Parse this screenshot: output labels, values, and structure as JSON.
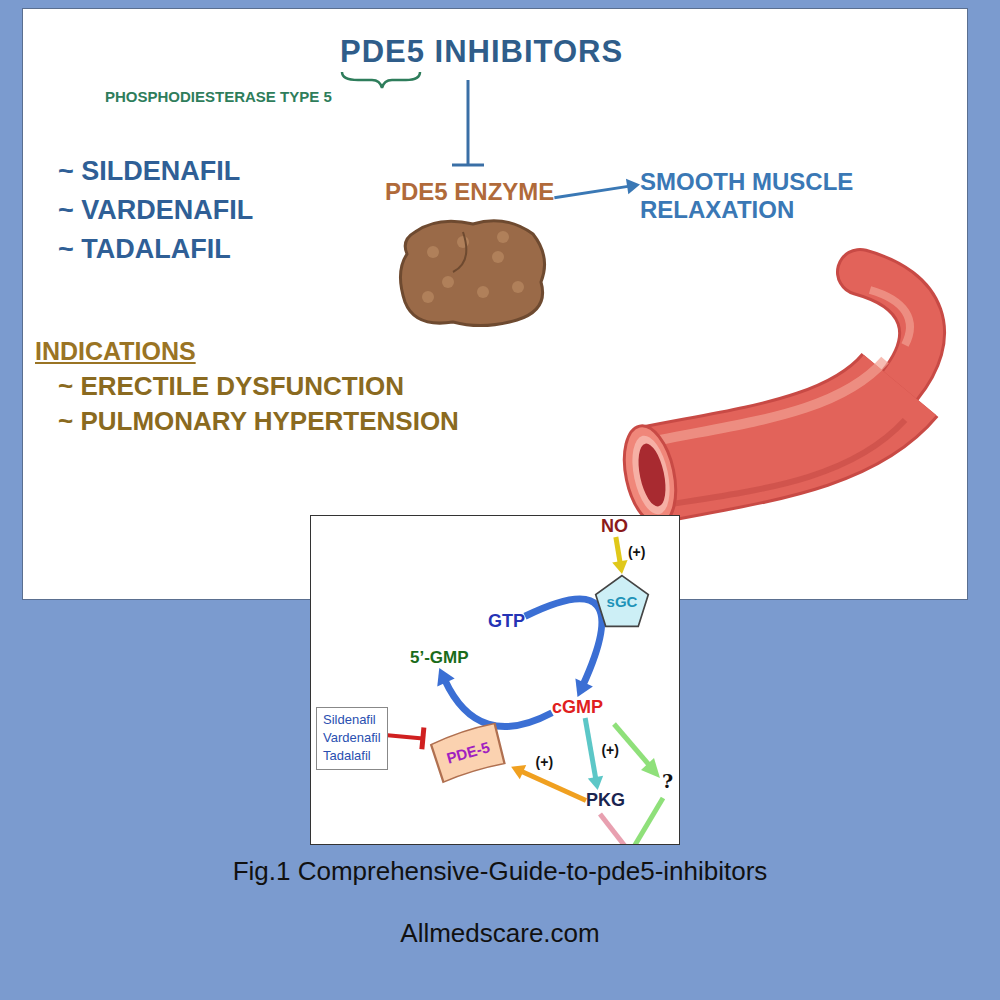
{
  "diagram": {
    "title": "PDE5 INHIBITORS",
    "caption": "Fig.1 Comprehensive-Guide-to-pde5-inhibitors",
    "nodes": [
      {
        "text": [
          "PDE5 ENZYME"
        ]
      },
      {
        "text": [
          "SMOOTH MUSCLE RELAXATION"
        ]
      },
      {
        "text": [
          "NO"
        ]
      },
      {
        "text": [
          "GTP"
        ]
      },
      {
        "text": [
          "sGC"
        ]
      },
      {
        "text": [
          "5’-GMP"
        ]
      },
      {
        "text": [
          "cGMP"
        ]
      },
      {
        "text": [
          "Sildenafil",
          "Vardenafil",
          "Tadalafil"
        ]
      },
      {
        "text": [
          "PDE-5"
        ]
      },
      {
        "text": [
          "PKG"
        ]
      }
    ],
    "edges": [
      {
        "from": 0,
        "to": 1,
        "arrow": "to"
      },
      {
        "from": 2,
        "to": 4,
        "label": "(+)",
        "arrow": "to"
      },
      {
        "from": 3,
        "to": 6,
        "arrow": "to"
      },
      {
        "from": 6,
        "to": 5,
        "arrow": "to"
      },
      {
        "from": 7,
        "to": 8,
        "arrow": "to"
      },
      {
        "from": 6,
        "to": 9,
        "label": "(+)",
        "arrow": "to"
      },
      {
        "from": 9,
        "to": 8,
        "label": "(+)",
        "arrow": "to"
      }
    ],
    "labels": [
      "PHOSPHODIESTERASE TYPE 5",
      "~ SILDENAFIL",
      "~ VARDENAFIL",
      "~ TADALAFIL",
      "INDICATIONS",
      "~ ERECTILE DYSFUNCTION",
      "~ PULMONARY HYPERTENSION",
      "?",
      "Allmedscare.com"
    ]
  }
}
